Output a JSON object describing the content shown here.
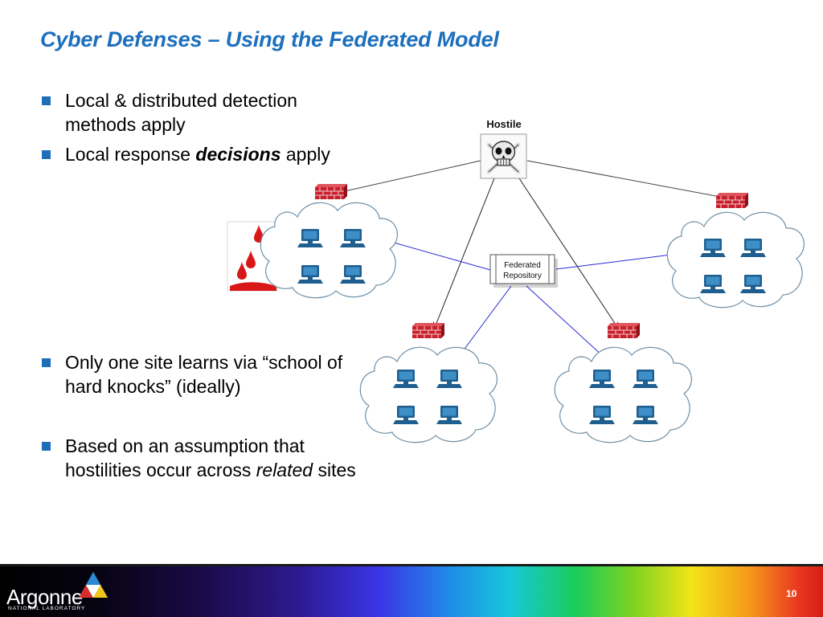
{
  "slide": {
    "title": "Cyber Defenses – Using the Federated Model",
    "page_number": "10"
  },
  "bullets": [
    {
      "plain": "Local & distributed detection methods apply"
    },
    {
      "prefix": "Local response ",
      "emphasis": "decisions",
      "suffix": " apply"
    },
    {
      "plain": "Only one site learns via “school of hard knocks” (ideally)"
    },
    {
      "prefix": "Based on an assumption that hostilities occur across ",
      "emphasis": "related",
      "suffix": " sites"
    }
  ],
  "diagram": {
    "hostile_label": "Hostile",
    "repository_line1": "Federated",
    "repository_line2": "Repository"
  },
  "footer": {
    "logo_name": "Argonne",
    "logo_sub": "NATIONAL LABORATORY"
  },
  "colors": {
    "title": "#1d6fbd",
    "bullet_square": "#1f6fb8",
    "firewall": "#c8202c",
    "computer": "#1f5f8f",
    "federation_arrow": "#2b2bd9",
    "attack_arrow": "#222222",
    "blood": "#d81818"
  }
}
